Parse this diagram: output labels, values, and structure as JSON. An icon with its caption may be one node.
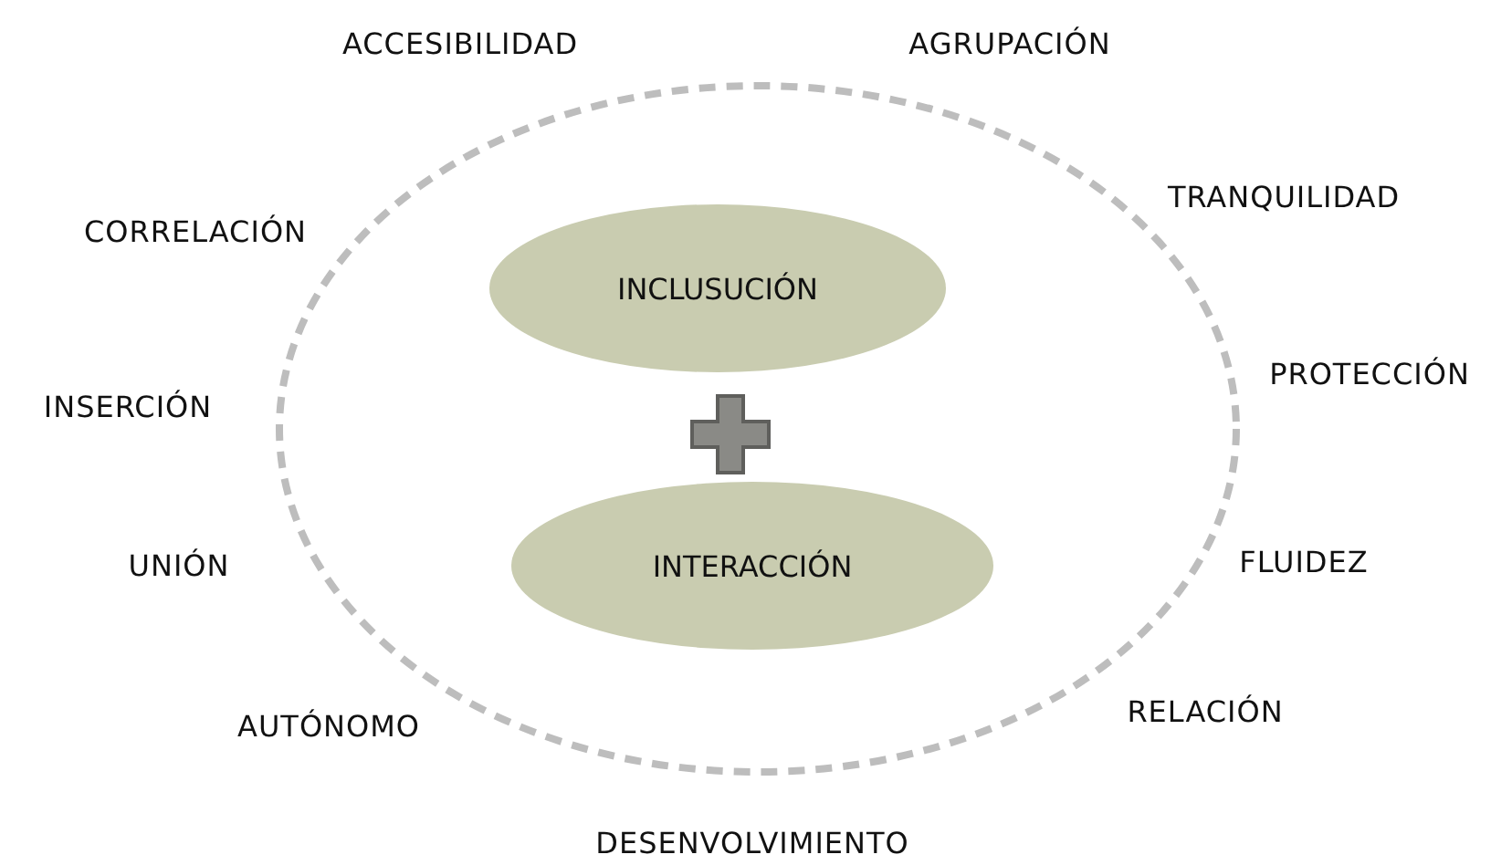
{
  "diagram": {
    "nodes": [
      {
        "text": [],
        "shape": "circle"
      },
      {
        "text": [
          "INCLUSUCIÓN"
        ],
        "in": 0
      },
      {
        "text": [],
        "shape": "cross",
        "in": 0
      },
      {
        "text": [
          "INTERACCIÓN"
        ],
        "in": 0
      }
    ],
    "edges": [],
    "labels": [
      "ACCESIBILIDAD",
      "AGRUPACIÓN",
      "CORRELACIÓN",
      "TRANQUILIDAD",
      "INSERCIÓN",
      "PROTECCIÓN",
      "UNIÓN",
      "FLUIDEZ",
      "AUTÓNOMO",
      "RELACIÓN",
      "DESENVOLVIMIENTO"
    ]
  }
}
